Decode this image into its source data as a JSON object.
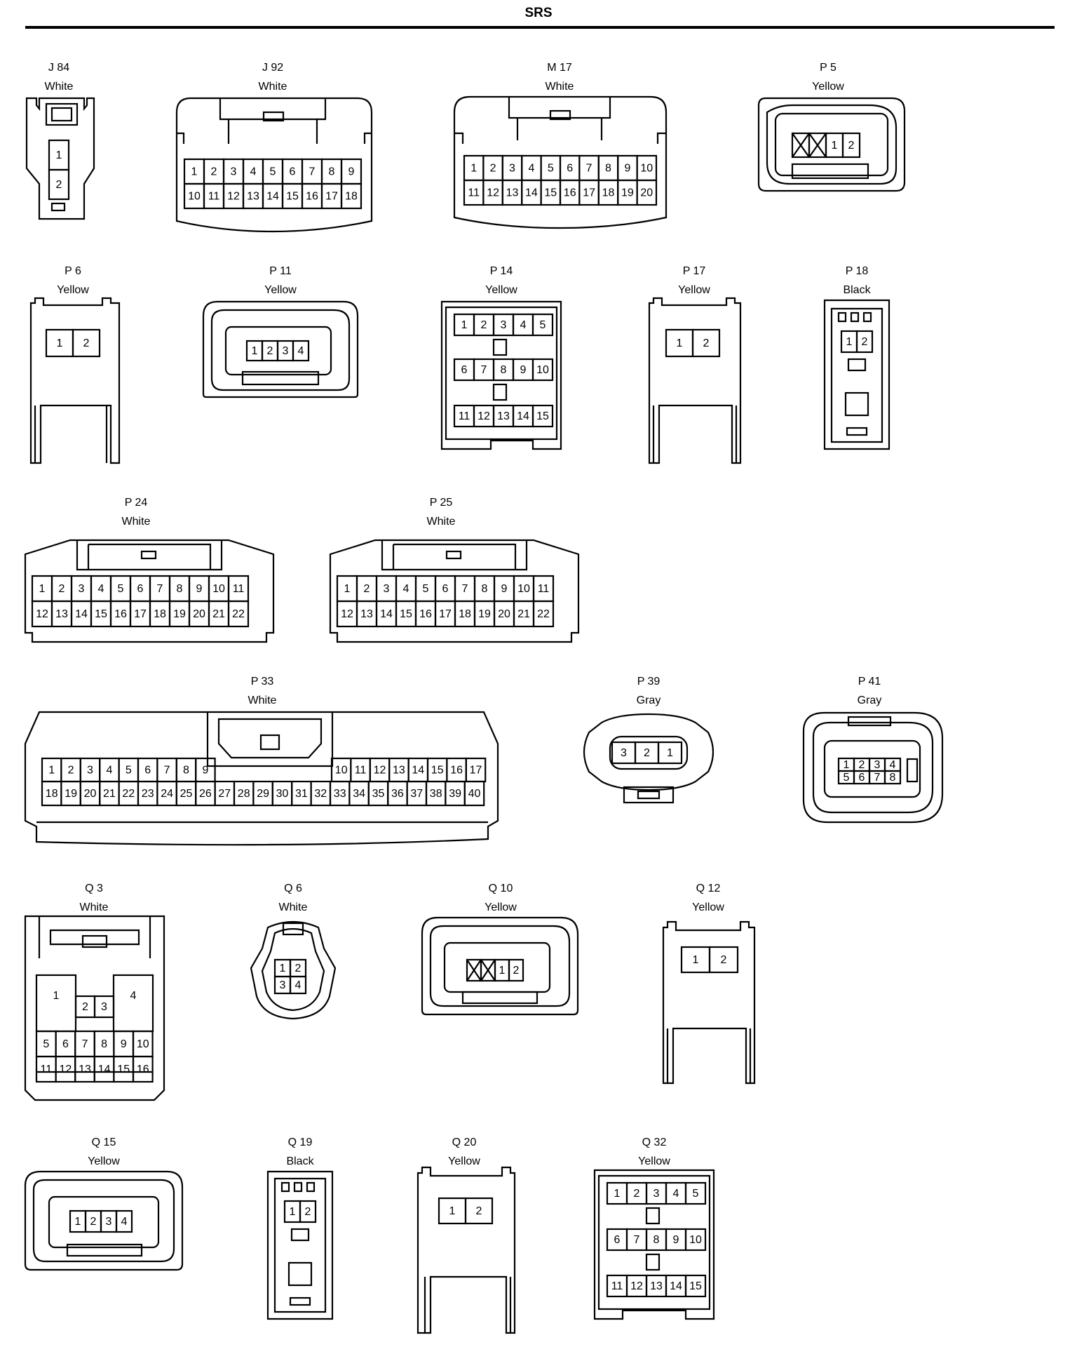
{
  "title": "SRS",
  "connectors": [
    {
      "id": "J 84",
      "color": "White",
      "pins": [
        "1",
        "2"
      ]
    },
    {
      "id": "J 92",
      "color": "White",
      "rows": [
        [
          "1",
          "2",
          "3",
          "4",
          "5",
          "6",
          "7",
          "8",
          "9"
        ],
        [
          "10",
          "11",
          "12",
          "13",
          "14",
          "15",
          "16",
          "17",
          "18"
        ]
      ]
    },
    {
      "id": "M 17",
      "color": "White",
      "rows": [
        [
          "1",
          "2",
          "3",
          "4",
          "5",
          "6",
          "7",
          "8",
          "9",
          "10"
        ],
        [
          "11",
          "12",
          "13",
          "14",
          "15",
          "16",
          "17",
          "18",
          "19",
          "20"
        ]
      ]
    },
    {
      "id": "P 5",
      "color": "Yellow",
      "pins": [
        "1",
        "2"
      ]
    },
    {
      "id": "P 6",
      "color": "Yellow",
      "pins": [
        "1",
        "2"
      ]
    },
    {
      "id": "P 11",
      "color": "Yellow",
      "pins": [
        "1",
        "2",
        "3",
        "4"
      ]
    },
    {
      "id": "P 14",
      "color": "Yellow",
      "rows": [
        [
          "1",
          "2",
          "3",
          "4",
          "5"
        ],
        [
          "6",
          "7",
          "8",
          "9",
          "10"
        ],
        [
          "11",
          "12",
          "13",
          "14",
          "15"
        ]
      ]
    },
    {
      "id": "P 17",
      "color": "Yellow",
      "pins": [
        "1",
        "2"
      ]
    },
    {
      "id": "P 18",
      "color": "Black",
      "pins": [
        "1",
        "2"
      ]
    },
    {
      "id": "P 24",
      "color": "White",
      "rows": [
        [
          "1",
          "2",
          "3",
          "4",
          "5",
          "6",
          "7",
          "8",
          "9",
          "10",
          "11"
        ],
        [
          "12",
          "13",
          "14",
          "15",
          "16",
          "17",
          "18",
          "19",
          "20",
          "21",
          "22"
        ]
      ]
    },
    {
      "id": "P 25",
      "color": "White",
      "rows": [
        [
          "1",
          "2",
          "3",
          "4",
          "5",
          "6",
          "7",
          "8",
          "9",
          "10",
          "11"
        ],
        [
          "12",
          "13",
          "14",
          "15",
          "16",
          "17",
          "18",
          "19",
          "20",
          "21",
          "22"
        ]
      ]
    },
    {
      "id": "P 33",
      "color": "White",
      "top_left": [
        "1",
        "2",
        "3",
        "4",
        "5",
        "6",
        "7",
        "8",
        "9"
      ],
      "top_right": [
        "10",
        "11",
        "12",
        "13",
        "14",
        "15",
        "16",
        "17"
      ],
      "bottom": [
        "18",
        "19",
        "20",
        "21",
        "22",
        "23",
        "24",
        "25",
        "26",
        "27",
        "28",
        "29",
        "30",
        "31",
        "32",
        "33",
        "34",
        "35",
        "36",
        "37",
        "38",
        "39",
        "40"
      ]
    },
    {
      "id": "P 39",
      "color": "Gray",
      "pins": [
        "3",
        "2",
        "1"
      ]
    },
    {
      "id": "P 41",
      "color": "Gray",
      "rows": [
        [
          "1",
          "2",
          "3",
          "4"
        ],
        [
          "5",
          "6",
          "7",
          "8"
        ]
      ]
    },
    {
      "id": "Q 3",
      "color": "White",
      "big": [
        "1",
        "4"
      ],
      "mid": [
        "2",
        "3"
      ],
      "rows": [
        [
          "5",
          "6",
          "7",
          "8",
          "9",
          "10"
        ],
        [
          "11",
          "12",
          "13",
          "14",
          "15",
          "16"
        ]
      ]
    },
    {
      "id": "Q 6",
      "color": "White",
      "rows": [
        [
          "1",
          "2"
        ],
        [
          "3",
          "4"
        ]
      ]
    },
    {
      "id": "Q 10",
      "color": "Yellow",
      "pins": [
        "1",
        "2"
      ]
    },
    {
      "id": "Q 12",
      "color": "Yellow",
      "pins": [
        "1",
        "2"
      ]
    },
    {
      "id": "Q 15",
      "color": "Yellow",
      "pins": [
        "1",
        "2",
        "3",
        "4"
      ]
    },
    {
      "id": "Q 19",
      "color": "Black",
      "pins": [
        "1",
        "2"
      ]
    },
    {
      "id": "Q 20",
      "color": "Yellow",
      "pins": [
        "1",
        "2"
      ]
    },
    {
      "id": "Q 32",
      "color": "Yellow",
      "rows": [
        [
          "1",
          "2",
          "3",
          "4",
          "5"
        ],
        [
          "6",
          "7",
          "8",
          "9",
          "10"
        ],
        [
          "11",
          "12",
          "13",
          "14",
          "15"
        ]
      ]
    }
  ]
}
